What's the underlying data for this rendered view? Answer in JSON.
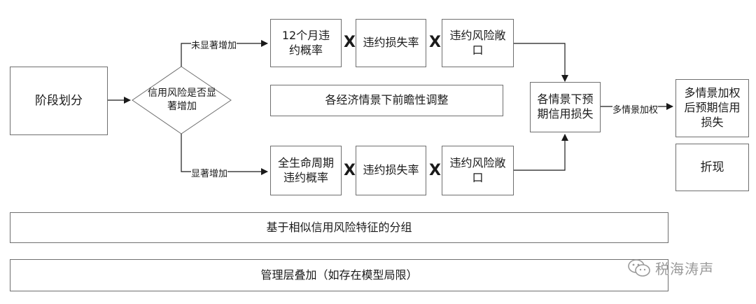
{
  "stage_box": "阶段划分",
  "decision": "信用风险是否显著增加",
  "branch_labels": {
    "not_significant": "未显著增加",
    "significant": "显著增加"
  },
  "top_row": [
    "12个月违约概率",
    "违约损失率",
    "违约风险敞口"
  ],
  "bottom_row": [
    "全生命周期违约概率",
    "违约损失率",
    "违约风险敞口"
  ],
  "multiply_symbol": "X",
  "forward_adjust": "各经济情景下前瞻性调整",
  "scenario_ecl": "各情景下预期信用损失",
  "weight_label": "多情景加权",
  "weighted_ecl": "多情景加权后预期信用损失",
  "discount": "折现",
  "grouping_bar": "基于相似信用风险特征的分组",
  "overlay_bar": "管理层叠加（如存在模型局限）",
  "watermark": "税海涛声",
  "colors": {
    "line": "#1a1a1a",
    "border": "#6f6f6f"
  }
}
